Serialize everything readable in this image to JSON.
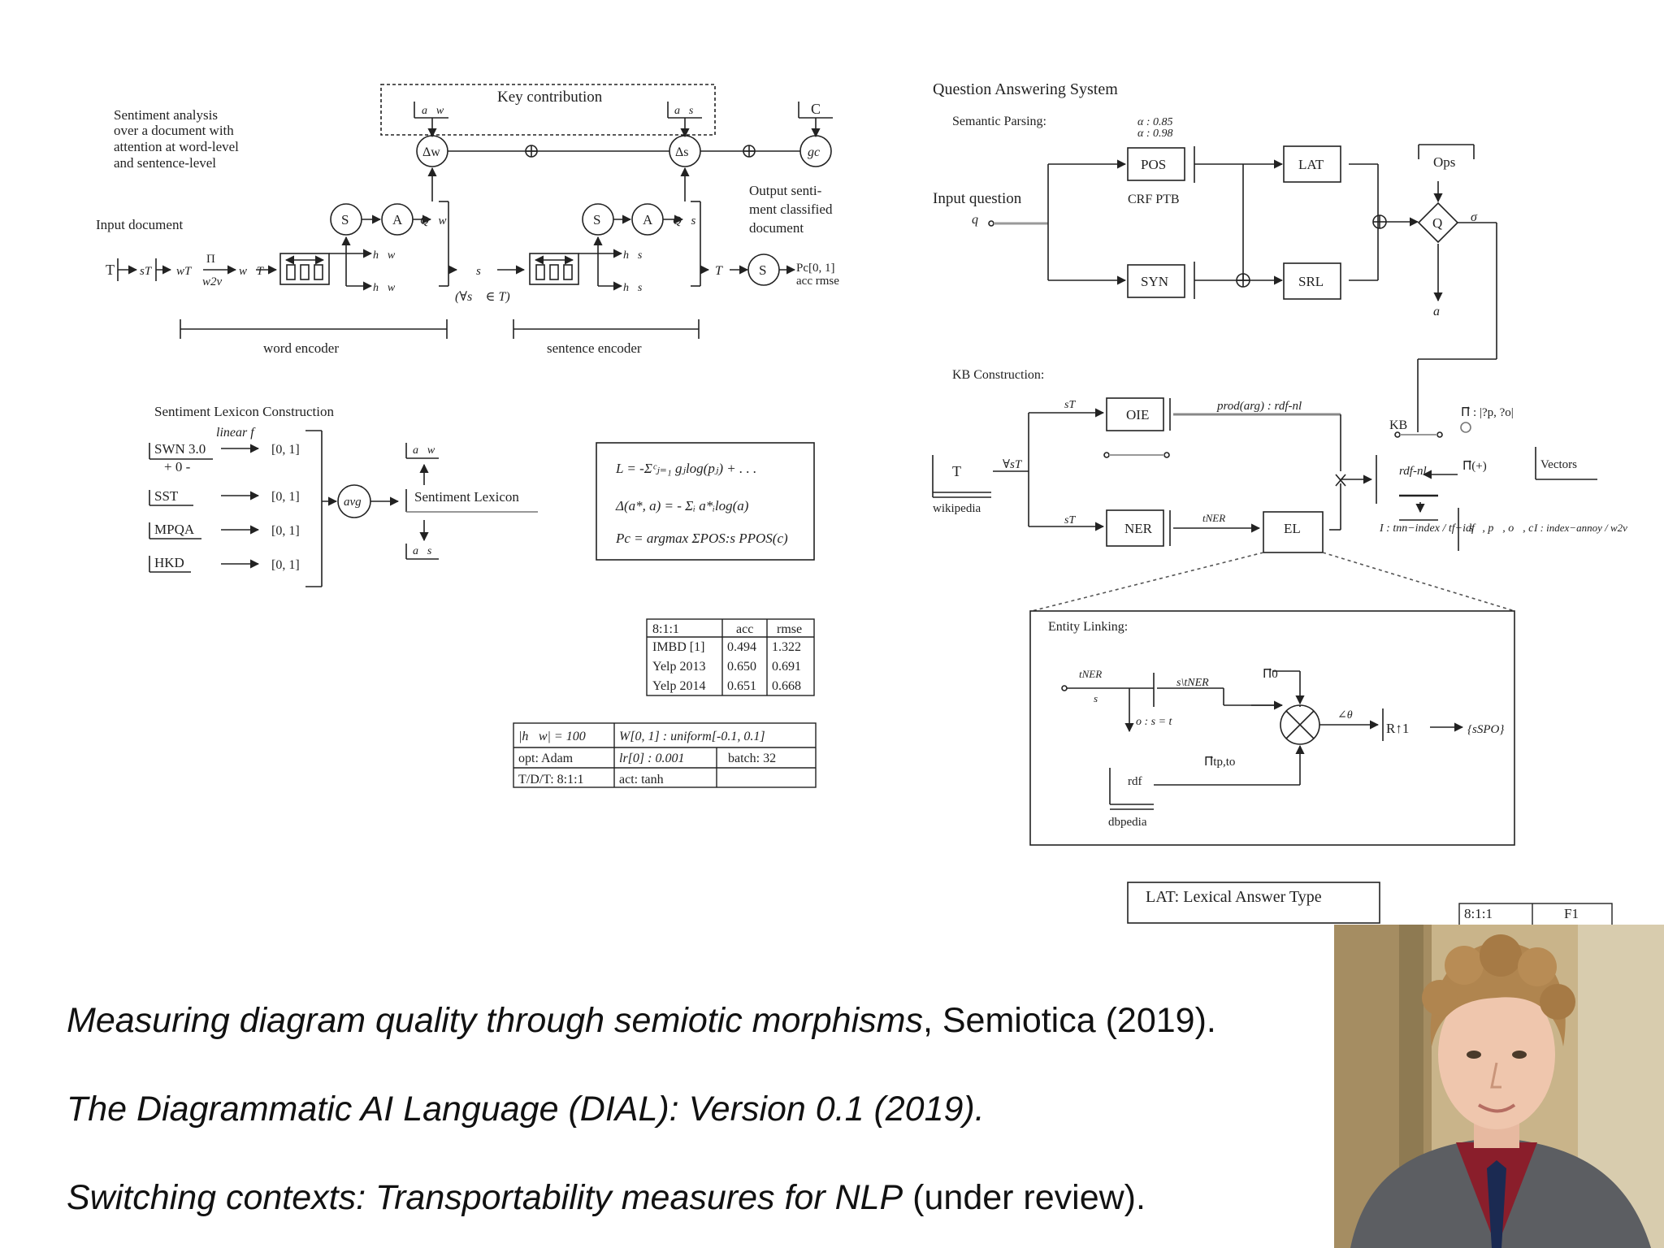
{
  "sentiment": {
    "note": [
      "Sentiment analysis",
      "over a document with",
      "attention at word-level",
      "and sentence-level"
    ],
    "key_contribution": "Key contribution",
    "a_w": "a⃗w",
    "a_s": "a⃗s",
    "c": "C",
    "delta_w": "Δw",
    "delta_s": "Δs",
    "g_c": "gc",
    "input_document": "Input document",
    "output_note": [
      "Output   senti-",
      "ment  classified",
      "document"
    ],
    "t": "T",
    "s_t": "sT",
    "w_t": "wT",
    "pi": "Π",
    "w2v": "w2v",
    "w_vec_t": "w⃗T",
    "s_node": "S",
    "a_node": "A",
    "q_w": "Q⃗w",
    "q_s": "Q⃗s",
    "h_w_fwd": "h⃗w",
    "h_w_bwd": "h⃖w",
    "h_s_fwd": "h⃗s",
    "h_s_bwd": "h⃖s",
    "s_vec": "s⃗",
    "forall": "(∀s⃗ ∈ T)",
    "t_vec": "T⃗",
    "p_c": "Pc[0, 1]",
    "acc_rmse": "acc rmse",
    "word_encoder": "word encoder",
    "sentence_encoder": "sentence encoder"
  },
  "lexicon": {
    "title": "Sentiment Lexicon Construction",
    "linear_f": "linear f",
    "sources": [
      "SWN 3.0",
      "SST",
      "MPQA",
      "HKD"
    ],
    "swn_range": "+ 0 -",
    "interval": "[0, 1]",
    "avg": "avg",
    "out": "Sentiment Lexicon",
    "a_w": "a⃗w",
    "a_s": "a⃗s"
  },
  "equations": [
    "L = -Σᶜⱼ₌₁ gⱼlog(pⱼ) + . . .",
    "Δ(a*, a) = - Σᵢ a*ᵢlog(a)",
    "Pc = argmax ΣPOS:s PPOS(c)"
  ],
  "results_table": {
    "headers": [
      "8:1:1",
      "acc",
      "rmse"
    ],
    "rows": [
      [
        "IMBD [1]",
        "0.494",
        "1.322"
      ],
      [
        "Yelp 2013",
        "0.650",
        "0.691"
      ],
      [
        "Yelp 2014",
        "0.651",
        "0.668"
      ]
    ]
  },
  "hyper_table": {
    "rows": [
      [
        "|h⃗w| = 100",
        "W[0, 1] : uniform[-0.1, 0.1]",
        ""
      ],
      [
        "opt: Adam",
        "lr[0] : 0.001",
        "batch: 32"
      ],
      [
        "T/D/T: 8:1:1",
        "act: tanh",
        ""
      ]
    ]
  },
  "qa": {
    "title": "Question Answering System",
    "semantic_parsing": "Semantic Parsing:",
    "alpha1": "α : 0.85",
    "alpha2": "α : 0.98",
    "pos": "POS",
    "crf": "CRF PTB",
    "lat": "LAT",
    "ops": "Ops",
    "input_question": "Input question",
    "q": "q",
    "syn": "SYN",
    "srl": "SRL",
    "q_node": "Q",
    "sigma": "σ",
    "a": "a",
    "kb_construction": "KB Construction:",
    "kb": "KB",
    "pi_label": "Π⃗ : |?p, ?o|",
    "s_t": "sT",
    "oie": "OIE",
    "prod": "prod(arg) : rdf-nl",
    "t": "T",
    "wikipedia": "wikipedia",
    "forall_s": "∀sT",
    "ner": "NER",
    "t_ner": "tNER",
    "el": "EL",
    "rdf_nl": "rdf-nl",
    "pi_plus": "Π⃗(+)",
    "vectors": "Vectors",
    "i_left": "I : tnn−index / tf−idf",
    "vectors_list": "s⃗, p⃗, o⃗, c⃗",
    "i_right": "I : index−annoy / w2v"
  },
  "el_box": {
    "title": "Entity Linking:",
    "t_ner_s": [
      "tNER",
      "s"
    ],
    "s_tner": "s\\tNER",
    "pi0": "Π⃗0",
    "o_eq": "o : s = t",
    "theta": "∠θ",
    "r1": "R↑1",
    "s_spo": "{sSPO}",
    "pi_tp": "Π⃗tp,to",
    "rdf": "rdf",
    "dbpedia": "dbpedia"
  },
  "lat_legend": "LAT: Lexical Answer Type",
  "f1_table": [
    "8:1:1",
    "F1"
  ],
  "references": [
    {
      "italic": "Measuring diagram quality through semiotic morphisms",
      "plain": ",  Semiotica (2019)."
    },
    {
      "italic": "The Diagrammatic AI Language (DIAL): Version 0.1 (2019).",
      "plain": ""
    },
    {
      "italic": "Switching contexts: Transportability measures for NLP",
      "plain": " (under review)."
    }
  ]
}
